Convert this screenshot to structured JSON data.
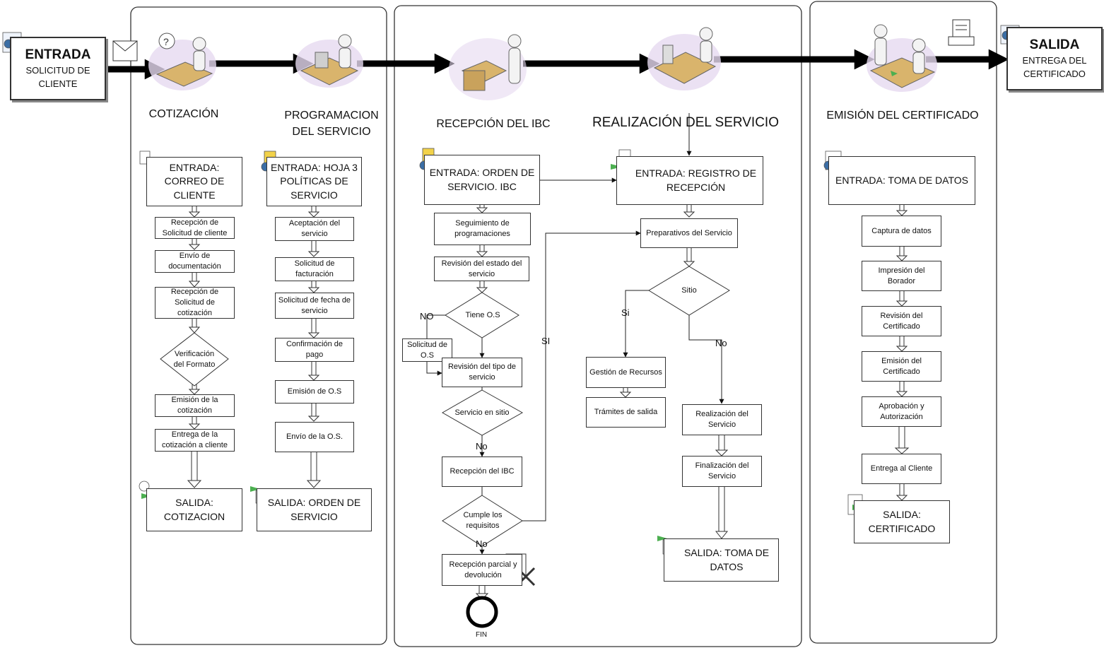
{
  "entrada": {
    "title": "ENTRADA",
    "subtitle": "SOLICITUD DE CLIENTE"
  },
  "salida": {
    "title": "SALIDA",
    "subtitle": "ENTREGA DEL CERTIFICADO"
  },
  "stages": {
    "cotizacion": "COTIZACIÓN",
    "programacion": "PROGRAMACION DEL SERVICIO",
    "recepcion": "RECEPCIÓN DEL IBC",
    "realizacion": "REALIZACIÓN DEL SERVICIO",
    "emision": "EMISIÓN DEL CERTIFICADO"
  },
  "cotizacion": {
    "entrada": "ENTRADA: CORREO DE CLIENTE",
    "steps": [
      "Recepción de Solicitud de cliente",
      "Envío de documentación",
      "Recepción de Solicitud de cotización"
    ],
    "decision": "Verificación del Formato",
    "steps2": [
      "Emisión de la cotización",
      "Entrega de la cotización a cliente"
    ],
    "salida": "SALIDA: COTIZACION"
  },
  "programacion": {
    "entrada": "ENTRADA: HOJA 3 POLÍTICAS DE SERVICIO",
    "steps": [
      "Aceptación del servicio",
      "Solicitud de facturación",
      "Solicitud de fecha de servicio",
      "Confirmación de pago",
      "Emisión de O.S",
      "Envío de la O.S."
    ],
    "salida": "SALIDA: ORDEN DE SERVICIO"
  },
  "recepcion": {
    "entrada": "ENTRADA: ORDEN DE SERVICIO. IBC",
    "steps": [
      "Seguimiento de programaciones",
      "Revisión del estado del servicio"
    ],
    "decision1": "Tiene O.S",
    "no1": "NO",
    "solicitud_os": "Solicitud de O.S",
    "revision_tipo": "Revisión del tipo de servicio",
    "decision2": "Servicio en sitio",
    "no2": "No",
    "recepcion_ibc": "Recepción del IBC",
    "decision3": "Cumple los requisitos",
    "no3": "No",
    "si": "SI",
    "devolucion": "Recepción parcial y devolución",
    "fin": "FIN"
  },
  "realizacion": {
    "entrada": "ENTRADA: REGISTRO DE RECEPCIÓN",
    "preparativos": "Preparativos del Servicio",
    "decision": "Sitio",
    "si": "Si",
    "no": "No",
    "gestion": "Gestión de Recursos",
    "tramites": "Trámites de salida",
    "realizacion": "Realización del Servicio",
    "finalizacion": "Finalización del Servicio",
    "salida": "SALIDA: TOMA DE DATOS"
  },
  "emision": {
    "entrada": "ENTRADA: TOMA DE DATOS",
    "steps": [
      "Captura de datos",
      "Impresión del Borador",
      "Revisión del Certificado",
      "Emisión del Certificado",
      "Aprobación y Autorización",
      "Entrega al Cliente"
    ],
    "salida": "SALIDA: CERTIFICADO"
  }
}
